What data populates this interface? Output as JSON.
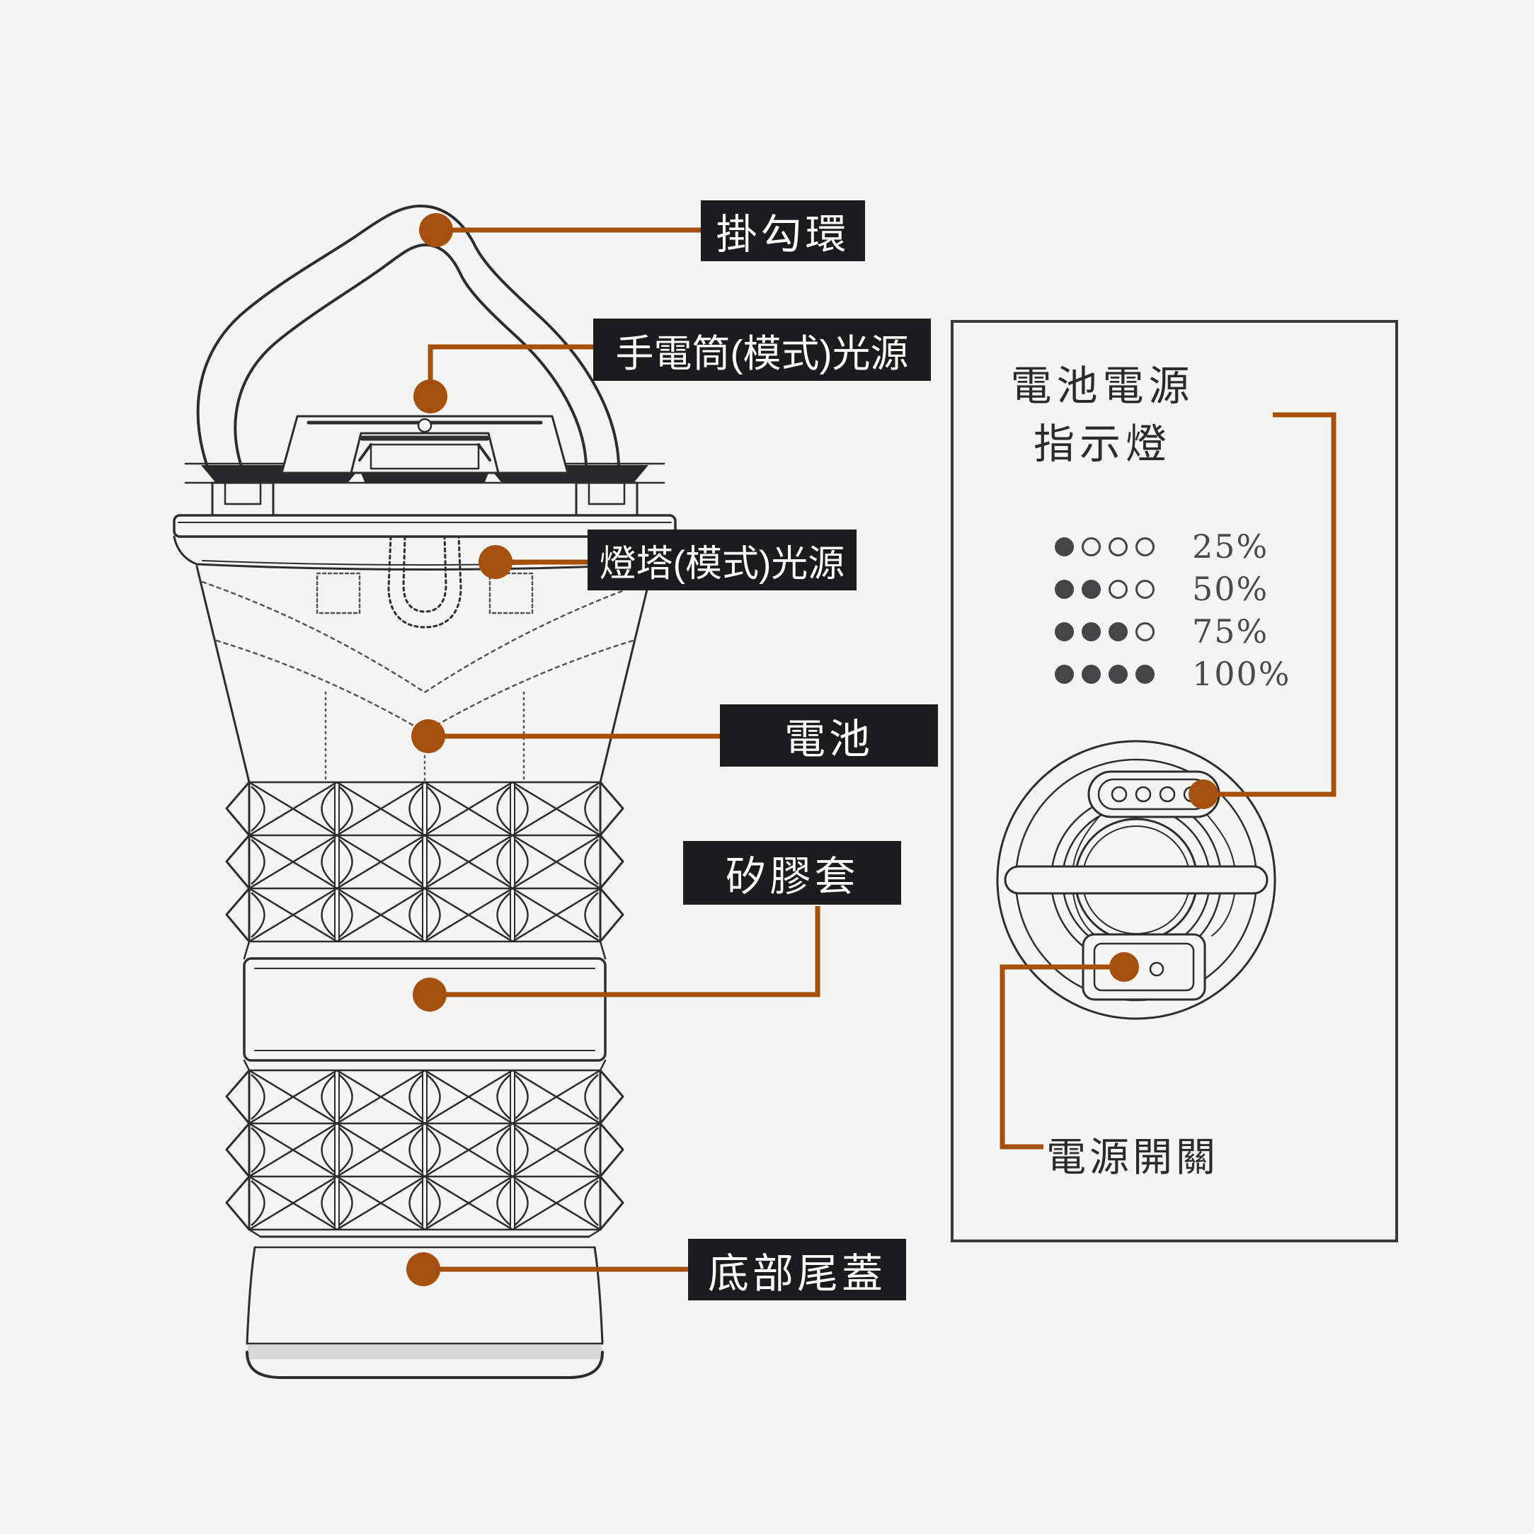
{
  "figure": {
    "labels": [
      {
        "id": "hook-ring",
        "text": "掛勾環"
      },
      {
        "id": "flashlight-mode-light",
        "text": "手電筒(模式)光源"
      },
      {
        "id": "lighthouse-mode-light",
        "text": "燈塔(模式)光源"
      },
      {
        "id": "battery",
        "text": "電池"
      },
      {
        "id": "silicone-sleeve",
        "text": "矽膠套"
      },
      {
        "id": "bottom-tail-cap",
        "text": "底部尾蓋"
      }
    ]
  },
  "panel": {
    "title_line1": "電池電源",
    "title_line2": "指示燈",
    "indicator": {
      "rows": [
        {
          "filled": 1,
          "total": 4,
          "label": "25%"
        },
        {
          "filled": 2,
          "total": 4,
          "label": "50%"
        },
        {
          "filled": 3,
          "total": 4,
          "label": "75%"
        },
        {
          "filled": 4,
          "total": 4,
          "label": "100%"
        }
      ]
    },
    "power_switch_label": "電源開關"
  },
  "colors": {
    "background": "#f4f4f2",
    "accent": "#a5500e",
    "label_bg": "#1b1c1e",
    "label_text": "#ffffff",
    "line": "#2d2d2d",
    "hidden_line": "#555555",
    "panel_border": "#3a3a3c",
    "ink": "#2b2b2b",
    "indicator_dot": "#454547",
    "percent_text": "#4a4a4c"
  }
}
